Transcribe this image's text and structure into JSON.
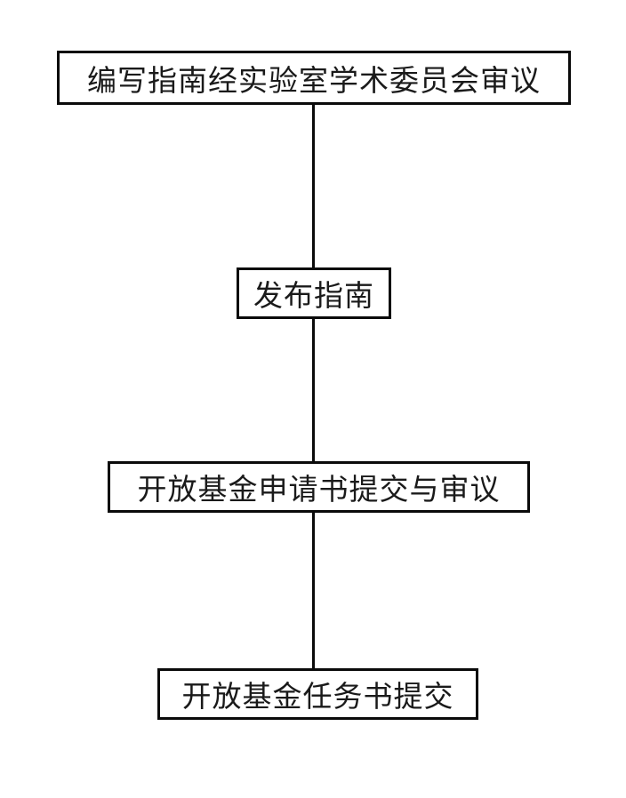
{
  "flowchart": {
    "title": "open-fund-process-flow",
    "nodes": [
      {
        "label": "编写指南经实验室学术委员会审议"
      },
      {
        "label": "发布指南"
      },
      {
        "label": "开放基金申请书提交与审议"
      },
      {
        "label": "开放基金任务书提交"
      }
    ],
    "connectors": [
      {
        "from": 0,
        "to": 1
      },
      {
        "from": 1,
        "to": 2
      },
      {
        "from": 2,
        "to": 3
      }
    ],
    "colors": {
      "border": "#0a0a0a",
      "text": "#1a1a1a",
      "background": "#ffffff"
    }
  }
}
